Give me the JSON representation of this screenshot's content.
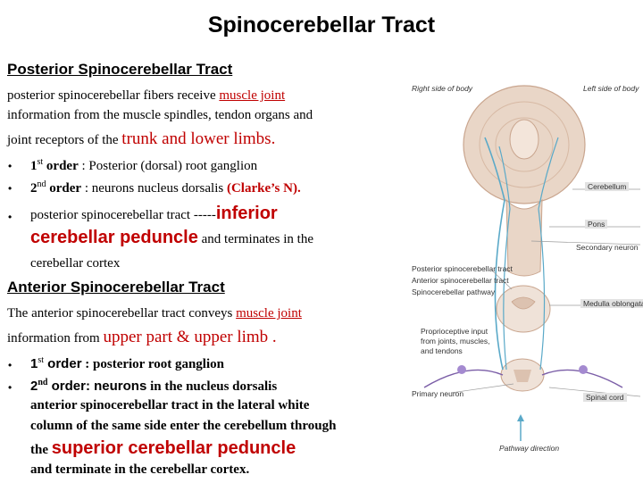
{
  "title": "Spinocerebellar Tract",
  "posterior": {
    "heading": "Posterior  Spinocerebellar Tract",
    "intro_1": "posterior spinocerebellar fibers receive ",
    "intro_highlight": "muscle joint",
    "intro_2": "information from the muscle  spindles, tendon organs and",
    "intro_3": "joint receptors of the ",
    "intro_emph": "trunk and lower limbs.",
    "bullet_symbol": "•",
    "b1_label": "1",
    "b1_sup": "st",
    "b1_bold": " order",
    "b1_rest": " : Posterior (dorsal)  root ganglion",
    "b2_label": "2",
    "b2_sup": "nd",
    "b2_bold": " order",
    "b2_rest": " : neurons nucleus dorsalis ",
    "b2_red": "(Clarke’s N).",
    "b3_pre": " posterior spinocerebellar tract -----",
    "b3_emph_1": "inferior",
    "b3_emph_2": "cerebellar peduncle",
    "b3_post": " and terminates in the",
    "b3_line3": "cerebellar cortex"
  },
  "anterior": {
    "heading": "Anterior Spinocerebellar Tract",
    "intro_1": " The anterior spinocerebellar tract conveys ",
    "intro_highlight": "muscle joint",
    "intro_2": "information from ",
    "intro_emph": "upper part & upper limb .",
    "bullet_symbol": "•",
    "b1_label": "1",
    "b1_sup": "st",
    "b1_bold": "  order",
    "b1_rest": " : posterior root ganglion",
    "b2_label": "2",
    "b2_sup": "nd",
    "b2_bold": " order:  neurons",
    "b2_rest": " in the nucleus dorsalis",
    "b2_line2": "anterior spinocerebellar tract in the lateral white",
    "b2_line3": "column of the same side enter the cerebellum through",
    "b2_line4_pre": "the ",
    "b2_line4_emph": "superior cerebellar peduncle",
    "b2_line5": "and terminate in the cerebellar cortex."
  },
  "diagram": {
    "labels": {
      "right_side": "Right side of body",
      "left_side": "Left side of body",
      "cerebellum": "Cerebellum",
      "pons": "Pons",
      "secondary_neuron": "Secondary neuron",
      "post_tract": "Posterior spinocerebellar tract",
      "ant_tract": "Anterior spinocerebellar tract",
      "pathway": "Spinocerebellar pathway",
      "medulla": "Medulla oblongata",
      "proprio_1": "Proprioceptive input",
      "proprio_2": "from joints, muscles,",
      "proprio_3": "and tendons",
      "primary_neuron": "Primary neuron",
      "spinal_cord": "Spinal cord",
      "pathway_direction": "Pathway direction"
    },
    "colors": {
      "tissue": "#e9d6c7",
      "tissue_dark": "#d7b9a4",
      "pathway": "#5aa9c8",
      "nerve": "#7b5ea7",
      "label_box": "#cfcfcf"
    }
  }
}
